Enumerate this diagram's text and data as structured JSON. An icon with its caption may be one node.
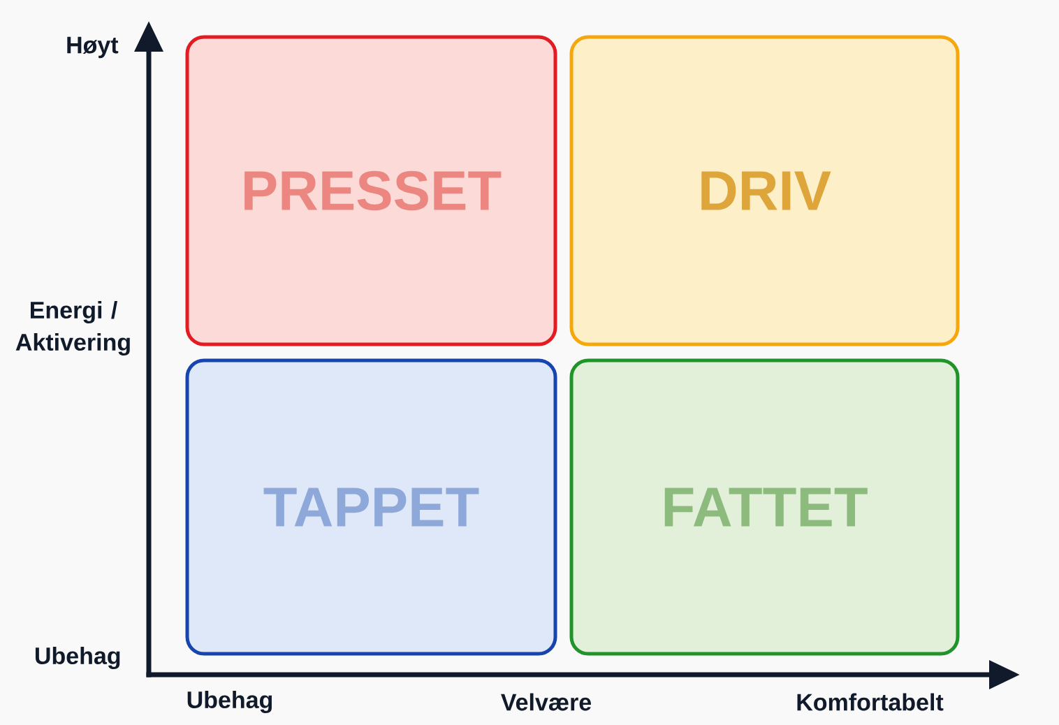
{
  "diagram": {
    "nodes": [
      {
        "text": [
          "PRESSET"
        ]
      },
      {
        "text": [
          "DRIV"
        ]
      },
      {
        "text": [
          "TAPPET"
        ]
      },
      {
        "text": [
          "FATTET"
        ]
      }
    ],
    "labels": [
      "Høyt",
      "Energi / Aktivering",
      "Ubehag",
      "Ubehag",
      "Velvære",
      "Komfortabelt"
    ]
  }
}
